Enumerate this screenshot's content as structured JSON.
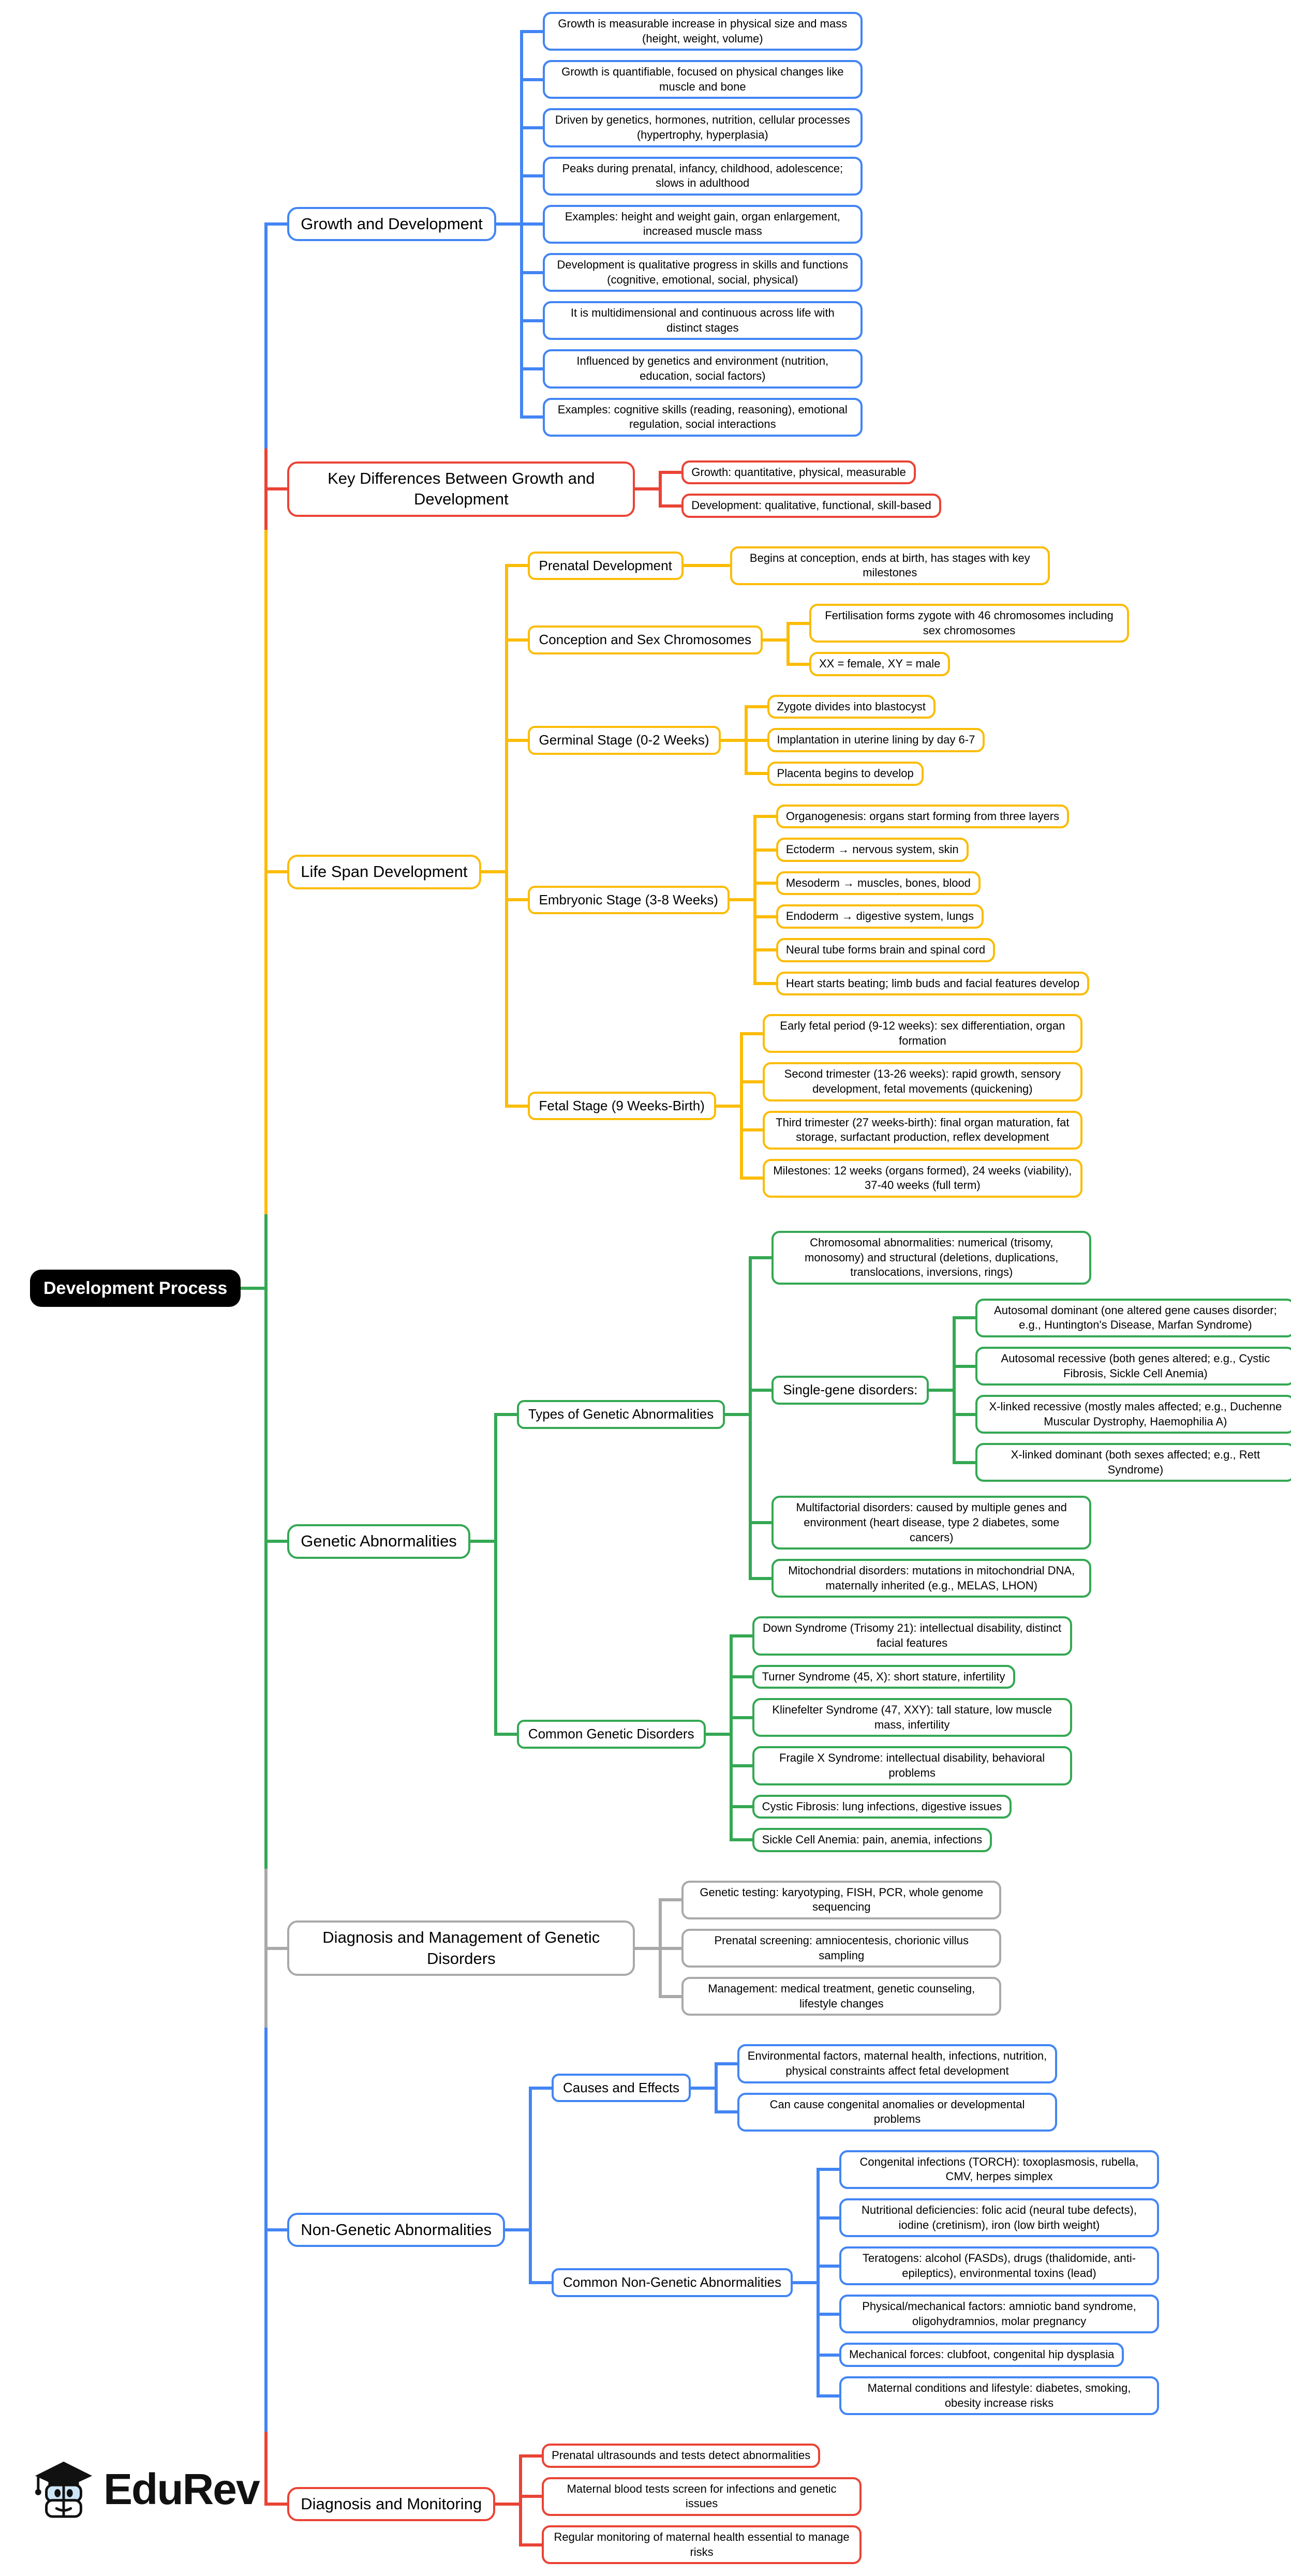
{
  "root": {
    "label": "Development Process",
    "bg": "#000000",
    "text_color": "#ffffff"
  },
  "branding": {
    "name": "EduRev"
  },
  "palette": {
    "blue": "#4285F4",
    "red": "#EA4335",
    "yellow": "#FBBC05",
    "green": "#34A853",
    "gray": "#A9A9A9"
  },
  "branches": [
    {
      "label": "Growth and Development",
      "color": "#4285F4",
      "children": [
        {
          "label": "Growth is measurable increase in physical size and mass (height, weight, volume)"
        },
        {
          "label": "Growth is quantifiable, focused on physical changes like muscle and bone"
        },
        {
          "label": "Driven by genetics, hormones, nutrition, cellular processes (hypertrophy, hyperplasia)"
        },
        {
          "label": "Peaks during prenatal, infancy, childhood, adolescence; slows in adulthood"
        },
        {
          "label": "Examples: height and weight gain, organ enlargement, increased muscle mass"
        },
        {
          "label": "Development is qualitative progress in skills and functions (cognitive, emotional, social, physical)"
        },
        {
          "label": "It is multidimensional and continuous across life with distinct stages"
        },
        {
          "label": "Influenced by genetics and environment (nutrition, education, social factors)"
        },
        {
          "label": "Examples: cognitive skills (reading, reasoning), emotional regulation, social interactions"
        }
      ]
    },
    {
      "label": "Key Differences Between Growth and Development",
      "color": "#EA4335",
      "children": [
        {
          "label": "Growth: quantitative, physical, measurable"
        },
        {
          "label": "Development: qualitative, functional, skill-based"
        }
      ]
    },
    {
      "label": "Life Span Development",
      "color": "#FBBC05",
      "children": [
        {
          "label": "Prenatal Development",
          "children": [
            {
              "label": "Begins at conception, ends at birth, has stages with key milestones"
            }
          ]
        },
        {
          "label": "Conception and Sex Chromosomes",
          "children": [
            {
              "label": "Fertilisation forms zygote with 46 chromosomes including sex chromosomes"
            },
            {
              "label": "XX = female, XY = male"
            }
          ]
        },
        {
          "label": "Germinal Stage (0-2 Weeks)",
          "children": [
            {
              "label": "Zygote divides into blastocyst"
            },
            {
              "label": "Implantation in uterine lining by day 6-7"
            },
            {
              "label": "Placenta begins to develop"
            }
          ]
        },
        {
          "label": "Embryonic Stage (3-8 Weeks)",
          "children": [
            {
              "label": "Organogenesis: organs start forming from three layers"
            },
            {
              "label": "Ectoderm → nervous system, skin"
            },
            {
              "label": "Mesoderm → muscles, bones, blood"
            },
            {
              "label": "Endoderm → digestive system, lungs"
            },
            {
              "label": "Neural tube forms brain and spinal cord"
            },
            {
              "label": "Heart starts beating; limb buds and facial features develop"
            }
          ]
        },
        {
          "label": "Fetal Stage (9 Weeks-Birth)",
          "children": [
            {
              "label": "Early fetal period (9-12 weeks): sex differentiation, organ formation"
            },
            {
              "label": "Second trimester (13-26 weeks): rapid growth, sensory development, fetal movements (quickening)"
            },
            {
              "label": "Third trimester (27 weeks-birth): final organ maturation, fat storage, surfactant production, reflex development"
            },
            {
              "label": "Milestones: 12 weeks (organs formed), 24 weeks (viability), 37-40 weeks (full term)"
            }
          ]
        }
      ]
    },
    {
      "label": "Genetic Abnormalities",
      "color": "#34A853",
      "children": [
        {
          "label": "Types of Genetic Abnormalities",
          "children": [
            {
              "label": "Chromosomal abnormalities: numerical (trisomy, monosomy) and structural (deletions, duplications, translocations, inversions, rings)"
            },
            {
              "label": "Single-gene disorders:",
              "children": [
                {
                  "label": "Autosomal dominant (one altered gene causes disorder; e.g., Huntington's Disease, Marfan Syndrome)"
                },
                {
                  "label": "Autosomal recessive (both genes altered; e.g., Cystic Fibrosis, Sickle Cell Anemia)"
                },
                {
                  "label": "X-linked recessive (mostly males affected; e.g., Duchenne Muscular Dystrophy, Haemophilia A)"
                },
                {
                  "label": "X-linked dominant (both sexes affected; e.g., Rett Syndrome)"
                }
              ]
            },
            {
              "label": "Multifactorial disorders: caused by multiple genes and environment (heart disease, type 2 diabetes, some cancers)"
            },
            {
              "label": "Mitochondrial disorders: mutations in mitochondrial DNA, maternally inherited (e.g., MELAS, LHON)"
            }
          ]
        },
        {
          "label": "Common Genetic Disorders",
          "children": [
            {
              "label": "Down Syndrome (Trisomy 21): intellectual disability, distinct facial features"
            },
            {
              "label": "Turner Syndrome (45, X): short stature, infertility"
            },
            {
              "label": "Klinefelter Syndrome (47, XXY): tall stature, low muscle mass, infertility"
            },
            {
              "label": "Fragile X Syndrome: intellectual disability, behavioral problems"
            },
            {
              "label": "Cystic Fibrosis: lung infections, digestive issues"
            },
            {
              "label": "Sickle Cell Anemia: pain, anemia, infections"
            }
          ]
        }
      ]
    },
    {
      "label": "Diagnosis and Management of Genetic Disorders",
      "color": "#A9A9A9",
      "children": [
        {
          "label": "Genetic testing: karyotyping, FISH, PCR, whole genome sequencing"
        },
        {
          "label": "Prenatal screening: amniocentesis, chorionic villus sampling"
        },
        {
          "label": "Management: medical treatment, genetic counseling, lifestyle changes"
        }
      ]
    },
    {
      "label": "Non-Genetic Abnormalities",
      "color": "#4285F4",
      "children": [
        {
          "label": "Causes and Effects",
          "children": [
            {
              "label": "Environmental factors, maternal health, infections, nutrition, physical constraints affect fetal development"
            },
            {
              "label": "Can cause congenital anomalies or developmental problems"
            }
          ]
        },
        {
          "label": "Common Non-Genetic Abnormalities",
          "children": [
            {
              "label": "Congenital infections (TORCH): toxoplasmosis, rubella, CMV, herpes simplex"
            },
            {
              "label": "Nutritional deficiencies: folic acid (neural tube defects), iodine (cretinism), iron (low birth weight)"
            },
            {
              "label": "Teratogens: alcohol (FASDs), drugs (thalidomide, anti-epileptics), environmental toxins (lead)"
            },
            {
              "label": "Physical/mechanical factors: amniotic band syndrome, oligohydramnios, molar pregnancy"
            },
            {
              "label": "Mechanical forces: clubfoot, congenital hip dysplasia"
            },
            {
              "label": "Maternal conditions and lifestyle: diabetes, smoking, obesity increase risks"
            }
          ]
        }
      ]
    },
    {
      "label": "Diagnosis and Monitoring",
      "color": "#EA4335",
      "children": [
        {
          "label": "Prenatal ultrasounds and tests detect abnormalities"
        },
        {
          "label": "Maternal blood tests screen for infections and genetic issues"
        },
        {
          "label": "Regular monitoring of maternal health essential to manage risks"
        }
      ]
    }
  ]
}
